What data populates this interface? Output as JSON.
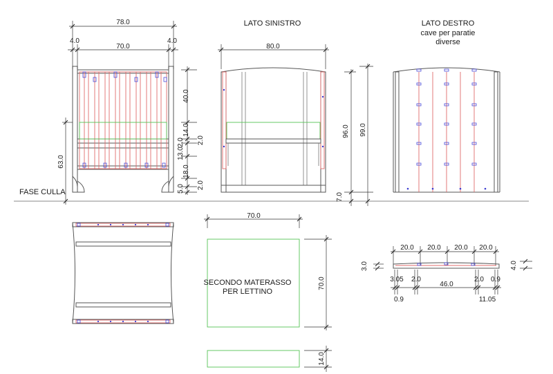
{
  "labels": {
    "lato_sinistro": "LATO SINISTRO",
    "lato_destro": "LATO DESTRO",
    "cave_line1": "cave per paratie",
    "cave_line2": "diverse",
    "fase_culla": "FASE CULLA",
    "materasso_line1": "SECONDO MATERASSO",
    "materasso_line2": "PER LETTINO"
  },
  "dimensions": {
    "front_overall": "78.0",
    "front_left_post": "4.0",
    "front_inner": "70.0",
    "front_right_post": "4.0",
    "side_width": "80.0",
    "v_40": "40.0",
    "v_14": "14.0",
    "v_2_a": "2.0",
    "v_2_b": "2.0",
    "v_13": "13.0",
    "v_63": "63.0",
    "v_18": "18.0",
    "v_5": "5.0",
    "v_2_c": "2.0",
    "v_96": "96.0",
    "v_99": "99.0",
    "v_7": "7.0",
    "mattress_width": "70.0",
    "mattress_depth": "70.0",
    "mattress_thickness": "14.0",
    "slat_20_a": "20.0",
    "slat_20_b": "20.0",
    "slat_20_c": "20.0",
    "slat_20_d": "20.0",
    "slat_h_3": "3.0",
    "slat_h_4": "4.0",
    "slat_3_05": "3.05",
    "slat_2_a": "2.0",
    "slat_46": "46.0",
    "slat_2_b": "2.0",
    "slat_0_9_a": "0.9",
    "slat_0_9_b": "0.9",
    "slat_11_05": "11.05"
  }
}
